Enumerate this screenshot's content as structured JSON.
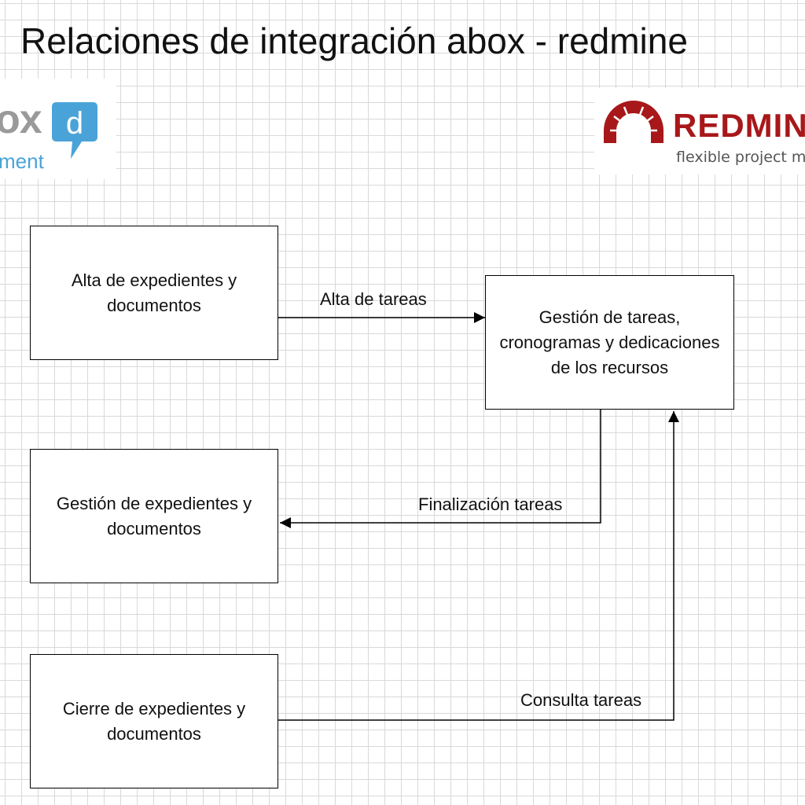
{
  "title": "Relaciones de integración abox - redmine",
  "logos": {
    "abox": {
      "text": "ox",
      "bubble_letter": "d",
      "subtitle": "ment",
      "colors": {
        "gray": "#9a9a9a",
        "blue": "#4aa3d8"
      }
    },
    "redmine": {
      "name": "REDMIN",
      "tagline": "flexible project m",
      "colors": {
        "red": "#a8181a"
      }
    }
  },
  "boxes": {
    "alta": "Alta de expedientes y documentos",
    "gestion_tareas": "Gestión de tareas, cronogramas y dedicaciones de los recursos",
    "gestion_expedientes": "Gestión de expedientes y documentos",
    "cierre": "Cierre de expedientes y documentos"
  },
  "connections": {
    "alta_tareas": "Alta de tareas",
    "finalizacion_tareas": "Finalización tareas",
    "consulta_tareas": "Consulta tareas"
  }
}
